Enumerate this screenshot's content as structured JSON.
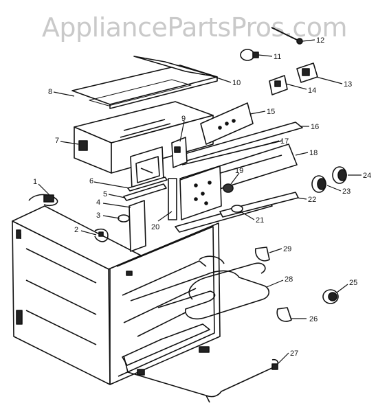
{
  "watermark": "AppliancePartsPros.com",
  "diagram": {
    "callouts": [
      "1",
      "2",
      "3",
      "4",
      "5",
      "6",
      "7",
      "8",
      "9",
      "10",
      "11",
      "12",
      "13",
      "14",
      "15",
      "16",
      "17",
      "18",
      "19",
      "20",
      "21",
      "22",
      "23",
      "24",
      "25",
      "26",
      "27",
      "28",
      "29"
    ]
  }
}
